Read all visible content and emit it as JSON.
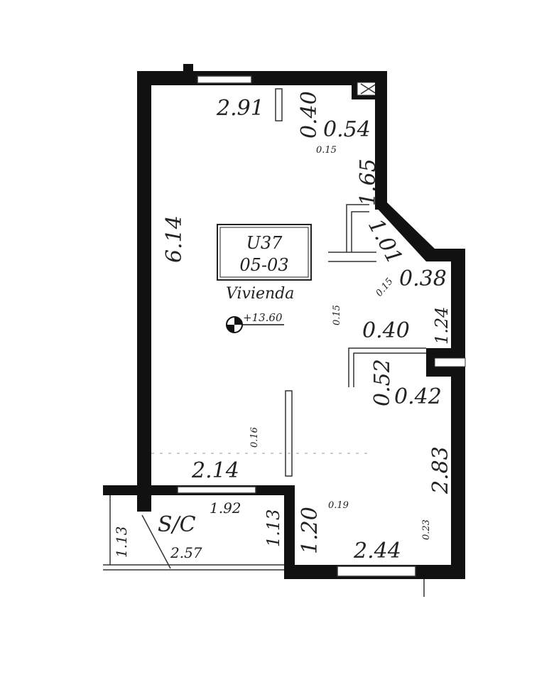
{
  "unit": {
    "code": "U37",
    "number": "05-03",
    "type": "Vivienda",
    "level": "+13.60"
  },
  "service_label": "S/C",
  "dimensions": {
    "top_width": "2.91",
    "top_niche": "0.40",
    "shaft_width": "0.54",
    "shaft_offset": "0.15",
    "right_upper": "1.65",
    "left_height": "6.14",
    "diagonal": "1.01",
    "diag_offset": "0.15",
    "corner_width": "0.38",
    "right_mid": "1.24",
    "pillar_gap": "0.15",
    "pillar_width": "0.40",
    "pillar_depth": "0.52",
    "notch_width": "0.42",
    "right_lower": "2.83",
    "window_offset": "0.16",
    "lower_width": "2.14",
    "sc_width": "1.92",
    "wall_offset": "0.19",
    "sc_height": "1.13",
    "step_height": "1.20",
    "bottom_offset": "0.23",
    "left_sc_height": "1.13",
    "sc_diagonal": "2.57",
    "bottom_width": "2.44"
  }
}
